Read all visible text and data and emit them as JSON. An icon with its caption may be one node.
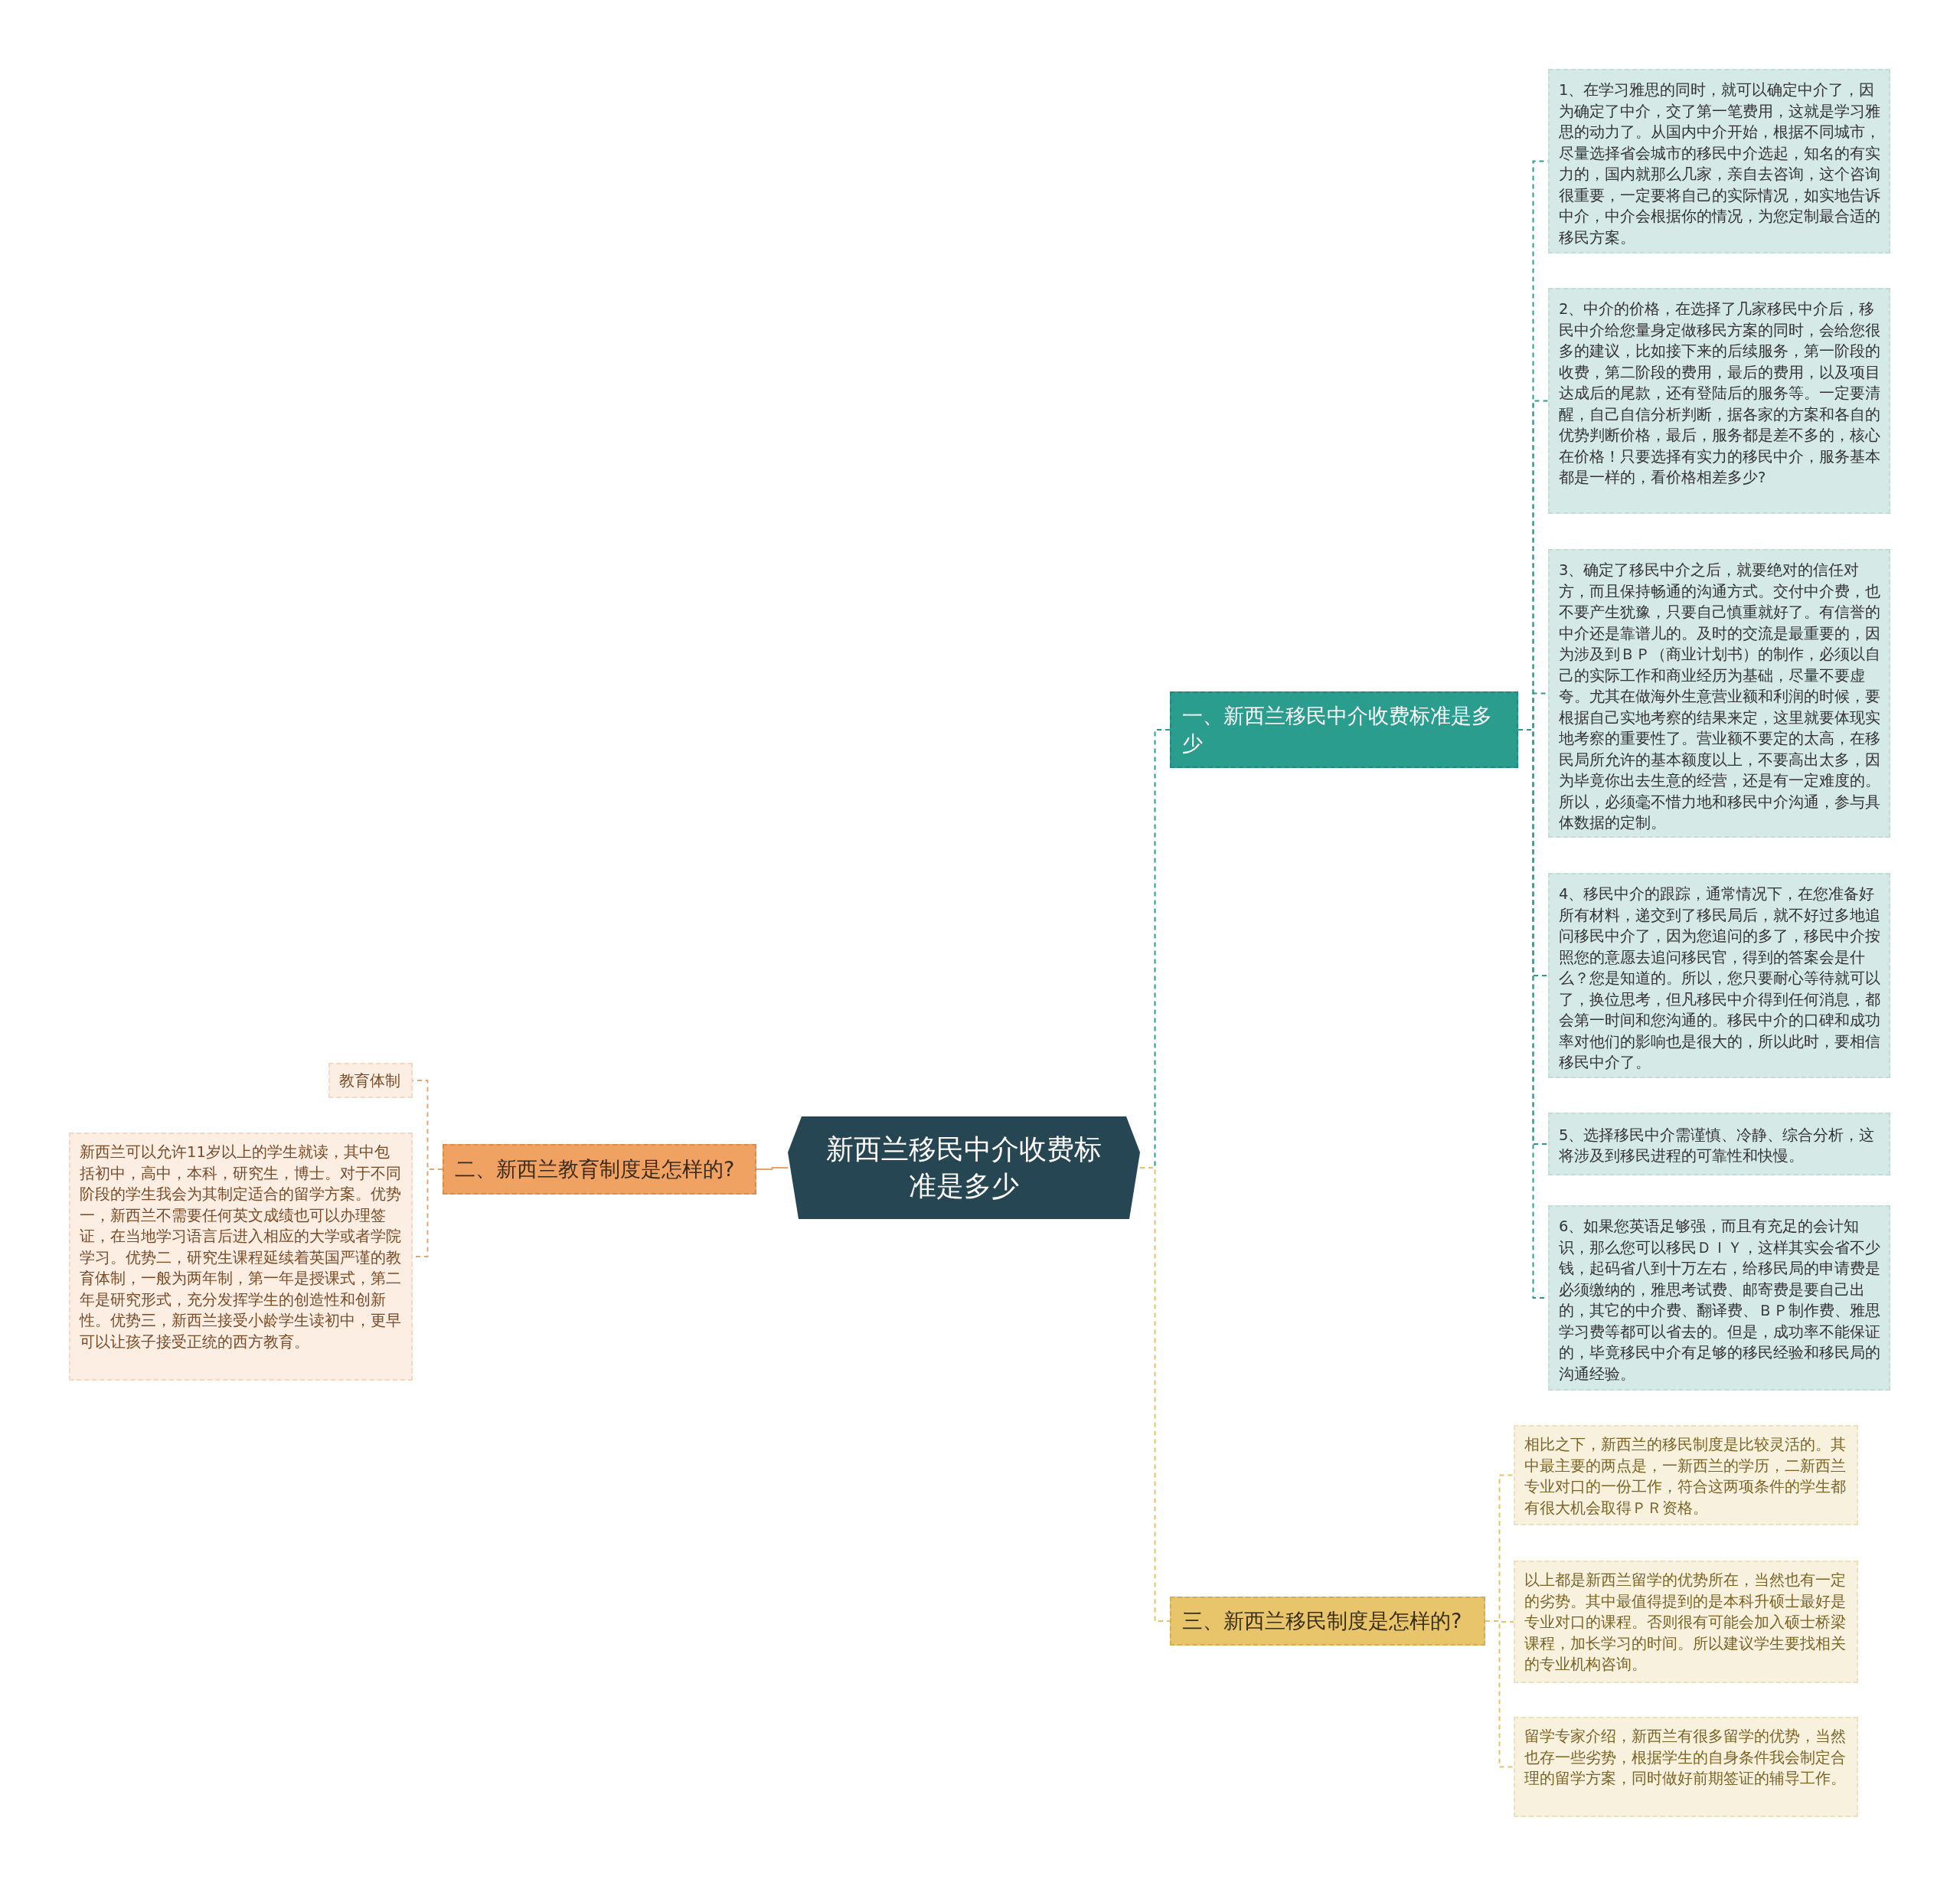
{
  "diagram": {
    "nodes": [
      {
        "text": [
          "新西兰移民中介收费标准是多少"
        ]
      },
      {
        "text": [
          "一、新西兰移民中介收费标准是多少"
        ]
      },
      {
        "text": [
          "1、在学习雅思的同时，就可以确定中介了，因为确定了中介，交了第一笔费用，这就是学习雅思的动力了。从国内中介开始，根据不同城市，尽量选择省会城市的移民中介选起，知名的有实力的，国内就那么几家，亲自去咨询，这个咨询很重要，一定要将自己的实际情况，如实地告诉中介，中介会根据你的情况，为您定制最合适的移民方案。"
        ]
      },
      {
        "text": [
          "2、中介的价格，在选择了几家移民中介后，移民中介给您量身定做移民方案的同时，会给您很多的建议，比如接下来的后续服务，第一阶段的收费，第二阶段的费用，最后的费用，以及项目达成后的尾款，还有登陆后的服务等。一定要清醒，自己自信分析判断，据各家的方案和各自的优势判断价格，最后，服务都是差不多的，核心在价格！只要选择有实力的移民中介，服务基本都是一样的，看价格相差多少?"
        ]
      },
      {
        "text": [
          "3、确定了移民中介之后，就要绝对的信任对方，而且保持畅通的沟通方式。交付中介费，也不要产生犹豫，只要自己慎重就好了。有信誉的中介还是靠谱儿的。及时的交流是最重要的，因为涉及到ＢＰ（商业计划书）的制作，必须以自己的实际工作和商业经历为基础，尽量不要虚夸。尤其在做海外生意营业额和利润的时候，要根据自己实地考察的结果来定，这里就要体现实地考察的重要性了。营业额不要定的太高，在移民局所允许的基本额度以上，不要高出太多，因为毕竟你出去生意的经营，还是有一定难度的。所以，必须毫不惜力地和移民中介沟通，参与具体数据的定制。"
        ]
      },
      {
        "text": [
          "4、移民中介的跟踪，通常情况下，在您准备好所有材料，递交到了移民局后，就不好过多地追问移民中介了，因为您追问的多了，移民中介按照您的意愿去追问移民官，得到的答案会是什么？您是知道的。所以，您只要耐心等待就可以了，换位思考，但凡移民中介得到任何消息，都会第一时间和您沟通的。移民中介的口碑和成功率对他们的影响也是很大的，所以此时，要相信移民中介了。"
        ]
      },
      {
        "text": [
          "5、选择移民中介需谨慎、冷静、综合分析，这将涉及到移民进程的可靠性和快慢。"
        ]
      },
      {
        "text": [
          "6、如果您英语足够强，而且有充足的会计知识，那么您可以移民ＤＩＹ，这样其实会省不少钱，起码省八到十万左右，给移民局的申请费是必须缴纳的，雅思考试费、邮寄费是要自己出的，其它的中介费、翻译费、ＢＰ制作费、雅思学习费等都可以省去的。但是，成功率不能保证的，毕竟移民中介有足够的移民经验和移民局的沟通经验。"
        ]
      },
      {
        "text": [
          "二、新西兰教育制度是怎样的?"
        ]
      },
      {
        "text": [
          "教育体制"
        ]
      },
      {
        "text": [
          "新西兰可以允许11岁以上的学生就读，其中包括初中，高中，本科，研究生，博士。对于不同阶段的学生我会为其制定适合的留学方案。优势一，新西兰不需要任何英文成绩也可以办理签证，在当地学习语言后进入相应的大学或者学院学习。优势二，研究生课程延续着英国严谨的教育体制，一般为两年制，第一年是授课式，第二年是研究形式，充分发挥学生的创造性和创新性。优势三，新西兰接受小龄学生读初中，更早可以让孩子接受正统的西方教育。"
        ]
      },
      {
        "text": [
          "三、新西兰移民制度是怎样的?"
        ]
      },
      {
        "text": [
          "相比之下，新西兰的移民制度是比较灵活的。其中最主要的两点是，一新西兰的学历，二新西兰专业对口的一份工作，符合这两项条件的学生都有很大机会取得ＰＲ资格。"
        ]
      },
      {
        "text": [
          "以上都是新西兰留学的优势所在，当然也有一定的劣势。其中最值得提到的是本科升硕士最好是专业对口的课程。否则很有可能会加入硕士桥梁课程，加长学习的时间。所以建议学生要找相关的专业机构咨询。"
        ]
      },
      {
        "text": [
          "留学专家介绍，新西兰有很多留学的优势，当然也存一些劣势，根据学生的自身条件我会制定合理的留学方案，同时做好前期签证的辅导工作。"
        ]
      }
    ],
    "edges": [
      {
        "from": 0,
        "to": 1,
        "arrow": "none",
        "style": "dashed",
        "color": "#2a9d8f"
      },
      {
        "from": 1,
        "to": 2,
        "arrow": "none",
        "style": "dashed",
        "color": "#2a9d8f"
      },
      {
        "from": 1,
        "to": 3,
        "arrow": "none",
        "style": "dashed",
        "color": "#2a9d8f"
      },
      {
        "from": 1,
        "to": 4,
        "arrow": "none",
        "style": "dashed",
        "color": "#2a9d8f"
      },
      {
        "from": 1,
        "to": 5,
        "arrow": "none",
        "style": "dashed",
        "color": "#2a9d8f"
      },
      {
        "from": 1,
        "to": 6,
        "arrow": "none",
        "style": "dashed",
        "color": "#2a9d8f"
      },
      {
        "from": 1,
        "to": 7,
        "arrow": "none",
        "style": "dashed",
        "color": "#2a9d8f"
      },
      {
        "from": 0,
        "to": 8,
        "arrow": "none",
        "color": "#f0a262"
      },
      {
        "from": 8,
        "to": 9,
        "arrow": "none",
        "style": "dashed",
        "color": "#e0a878"
      },
      {
        "from": 8,
        "to": 10,
        "arrow": "none",
        "style": "dashed",
        "color": "#e0a878"
      },
      {
        "from": 0,
        "to": 11,
        "arrow": "none",
        "style": "dashed",
        "color": "#e6c36a"
      },
      {
        "from": 11,
        "to": 12,
        "arrow": "none",
        "style": "dashed",
        "color": "#e6c36a"
      },
      {
        "from": 11,
        "to": 13,
        "arrow": "none",
        "style": "dashed",
        "color": "#e6c36a"
      },
      {
        "from": 11,
        "to": 14,
        "arrow": "none",
        "style": "dashed",
        "color": "#e6c36a"
      }
    ]
  }
}
